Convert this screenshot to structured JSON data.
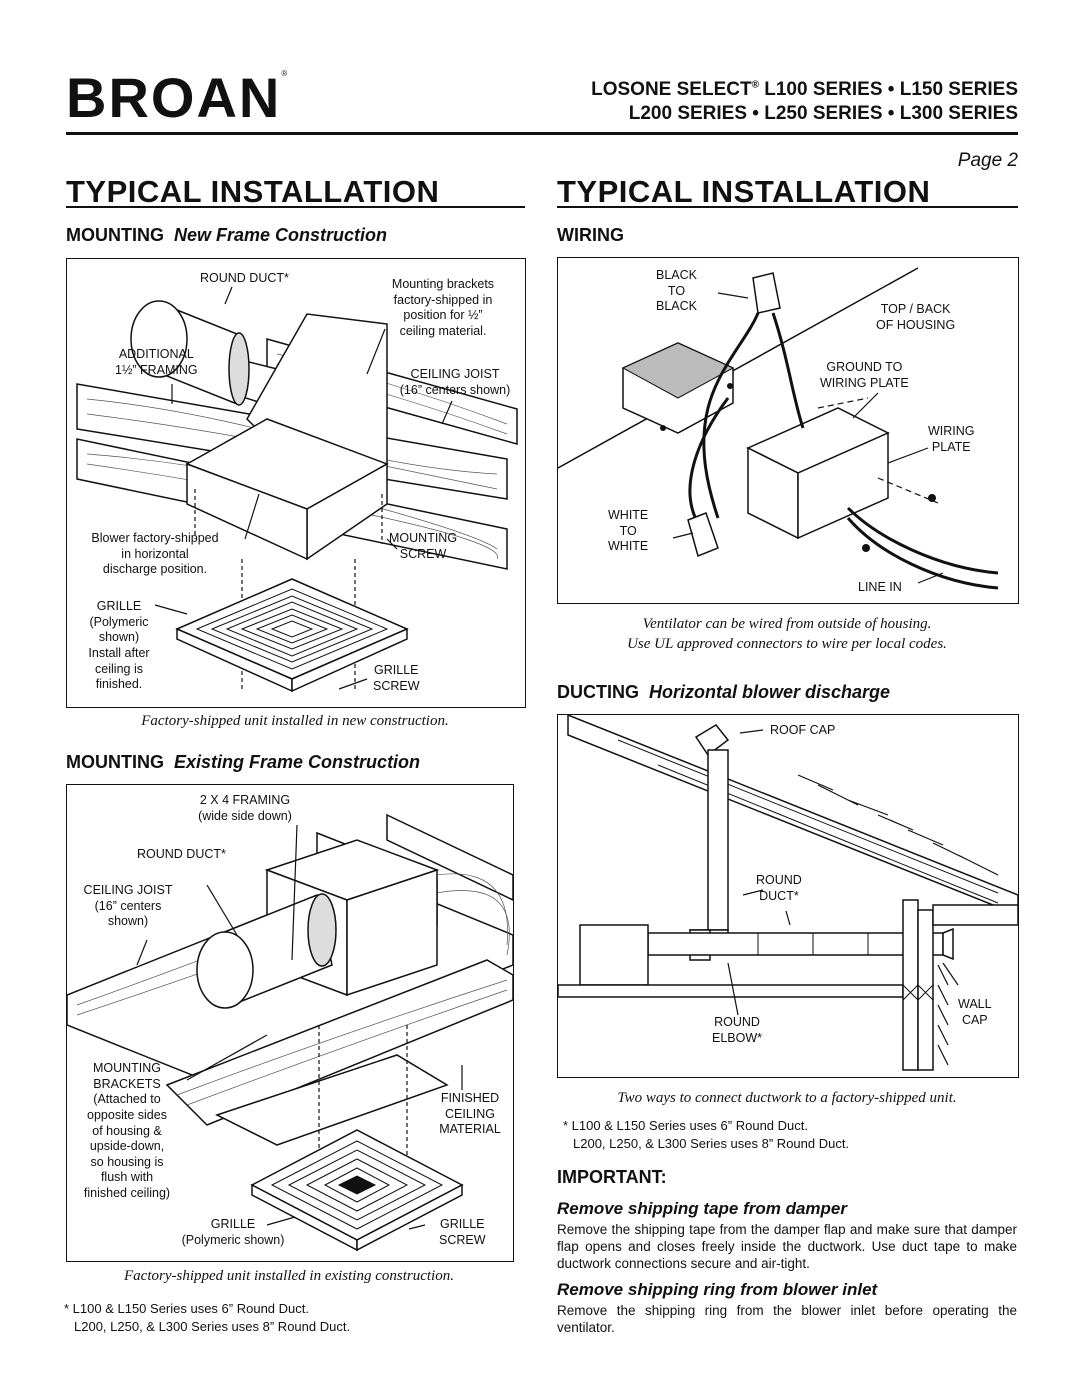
{
  "header": {
    "logo_text": "BROAN",
    "logo_mark": "®",
    "series_line1_prefix": "LOSONE SELECT",
    "series_line1_mark": "®",
    "series_line1_rest": " L100 SERIES • L150 SERIES",
    "series_line2": "L200 SERIES  • L250 SERIES • L300 SERIES",
    "page_label": "Page 2"
  },
  "left_column": {
    "title": "TYPICAL INSTALLATION",
    "mounting_new": {
      "heading": "MOUNTING",
      "heading_italic": "New Frame Construction",
      "labels": {
        "round_duct": "ROUND DUCT*",
        "mounting_brackets": [
          "Mounting brackets",
          "factory-shipped in",
          "position for ½”",
          "ceiling material."
        ],
        "additional": [
          "ADDITIONAL",
          "1½” FRAMING"
        ],
        "ceiling_joist": [
          "CEILING JOIST",
          "(16” centers shown)"
        ],
        "blower": [
          "Blower factory-shipped",
          "in horizontal",
          "discharge position."
        ],
        "mounting_screw": [
          "MOUNTING",
          "SCREW"
        ],
        "grille": [
          "GRILLE",
          "(Polymeric",
          "shown)",
          "Install after",
          "ceiling is",
          "finished."
        ],
        "grille_screw": [
          "GRILLE",
          "SCREW"
        ]
      },
      "caption": "Factory-shipped unit installed in new construction."
    },
    "mounting_existing": {
      "heading": "MOUNTING",
      "heading_italic": "Existing Frame Construction",
      "labels": {
        "framing": [
          "2 X 4 FRAMING",
          "(wide side down)"
        ],
        "round_duct": "ROUND DUCT*",
        "ceiling_joist": [
          "CEILING JOIST",
          "(16” centers",
          "shown)"
        ],
        "mounting_brackets": [
          "MOUNTING",
          "BRACKETS",
          "(Attached to",
          "opposite sides",
          "of housing &",
          "upside-down,",
          "so housing is",
          "flush with",
          "finished ceiling)"
        ],
        "finished_ceiling": [
          "FINISHED",
          "CEILING",
          "MATERIAL"
        ],
        "grille": [
          "GRILLE",
          "(Polymeric shown)"
        ],
        "grille_screw": [
          "GRILLE",
          "SCREW"
        ]
      },
      "caption": "Factory-shipped unit installed in existing construction."
    },
    "footnote": [
      "* L100 & L150 Series uses 6” Round Duct.",
      "L200, L250, & L300 Series uses 8” Round Duct."
    ]
  },
  "right_column": {
    "title": "TYPICAL INSTALLATION",
    "wiring": {
      "heading": "WIRING",
      "labels": {
        "black": [
          "BLACK",
          "TO",
          "BLACK"
        ],
        "top_back": [
          "TOP / BACK",
          "OF HOUSING"
        ],
        "ground": [
          "GROUND TO",
          "WIRING PLATE"
        ],
        "wiring_plate": [
          "WIRING",
          "PLATE"
        ],
        "white": [
          "WHITE",
          "TO",
          "WHITE"
        ],
        "line_in": "LINE IN"
      },
      "caption1": "Ventilator can be wired from outside of housing.",
      "caption2": "Use UL approved connectors to wire per local codes."
    },
    "ducting": {
      "heading": "DUCTING",
      "heading_italic": "Horizontal blower discharge",
      "labels": {
        "roof_cap": "ROOF CAP",
        "round_duct": [
          "ROUND",
          "DUCT*"
        ],
        "wall_cap": [
          "WALL",
          "CAP"
        ],
        "round_elbow": [
          "ROUND",
          "ELBOW*"
        ]
      },
      "caption": "Two ways to connect ductwork to a factory-shipped unit."
    },
    "footnote": [
      "* L100 & L150 Series uses 6” Round Duct.",
      "L200, L250, & L300 Series uses 8” Round Duct."
    ],
    "important": {
      "heading": "IMPORTANT:",
      "sub1": "Remove shipping tape from damper",
      "body1": "Remove the shipping tape from the damper flap and make sure that damper flap opens and closes freely inside the ductwork. Use duct tape to make ductwork connections secure and air-tight.",
      "sub2": "Remove shipping ring from blower inlet",
      "body2": "Remove the shipping ring from the blower inlet before operating the ventilator."
    }
  }
}
